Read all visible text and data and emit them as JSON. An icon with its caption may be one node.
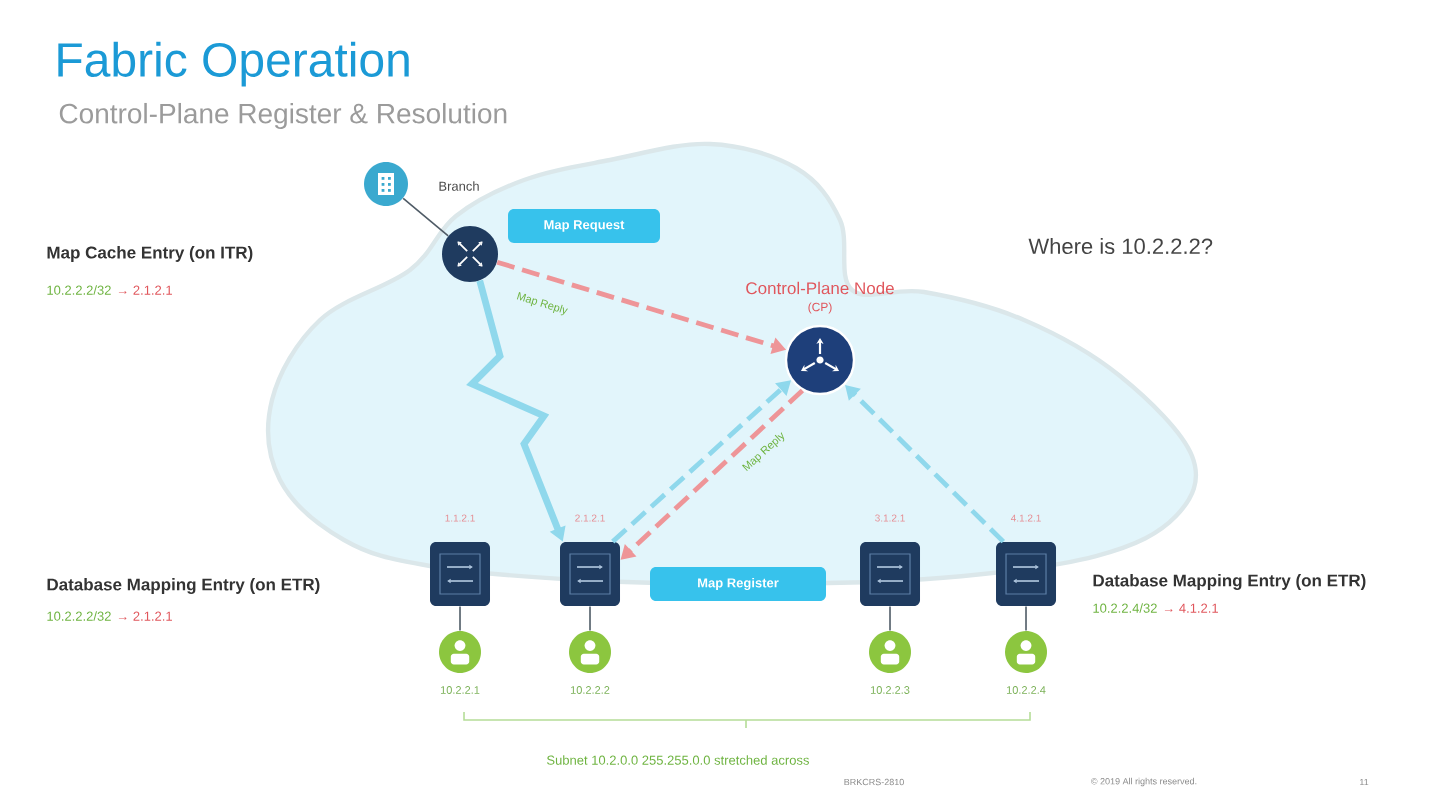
{
  "diagram": {
    "title": "Fabric Operation",
    "nodes": [
      {
        "text": [],
        "shape": "cloud"
      },
      {
        "text": [],
        "shape": "circle",
        "beside": [
          "Branch"
        ]
      },
      {
        "text": [
          "Map Request"
        ],
        "in": 0
      },
      {
        "text": [],
        "shape": "circle",
        "in": 0
      },
      {
        "text": [],
        "shape": "circle",
        "beside": [
          "Control-Plane Node",
          "(CP)"
        ],
        "in": 0
      },
      {
        "text": [],
        "shape": "box",
        "beside": [
          "1.1.2.1"
        ]
      },
      {
        "text": [],
        "shape": "box",
        "beside": [
          "2.1.2.1"
        ]
      },
      {
        "text": [],
        "shape": "box",
        "beside": [
          "3.1.2.1"
        ]
      },
      {
        "text": [],
        "shape": "box",
        "beside": [
          "4.1.2.1"
        ]
      },
      {
        "text": [
          "Map Register"
        ]
      },
      {
        "text": [],
        "shape": "circle",
        "beside": [
          "10.2.2.1"
        ]
      },
      {
        "text": [],
        "shape": "circle",
        "beside": [
          "10.2.2.2"
        ]
      },
      {
        "text": [],
        "shape": "circle",
        "beside": [
          "10.2.2.3"
        ]
      },
      {
        "text": [],
        "shape": "circle",
        "beside": [
          "10.2.2.4"
        ]
      }
    ],
    "edges": [
      {
        "from": 1,
        "to": 3,
        "arrow": "none"
      },
      {
        "from": 3,
        "to": 4,
        "arrow": "to",
        "style": "dashed",
        "color": "#ee9598"
      },
      {
        "from": 3,
        "to": 6,
        "arrow": "to",
        "style": "thick",
        "color": "#8fd8ec"
      },
      {
        "from": 6,
        "to": 4,
        "arrow": "to",
        "style": "dashed",
        "color": "#8fd8ec"
      },
      {
        "from": 4,
        "to": 6,
        "arrow": "to",
        "style": "dashed",
        "color": "#ee9598"
      },
      {
        "from": 8,
        "to": 4,
        "arrow": "to",
        "style": "dashed",
        "color": "#8fd8ec"
      },
      {
        "from": 5,
        "to": 10,
        "arrow": "none"
      },
      {
        "from": 6,
        "to": 11,
        "arrow": "none"
      },
      {
        "from": 7,
        "to": 12,
        "arrow": "none"
      },
      {
        "from": 8,
        "to": 13,
        "arrow": "none"
      }
    ],
    "labels": [
      "Control-Plane Register & Resolution",
      "Map Cache Entry (on ITR)",
      "10.2.2.2/32",
      "→ 2.1.2.1",
      "Where is 10.2.2.2?",
      "Map Reply",
      "Map Reply",
      "Database Mapping Entry (on ETR)",
      "10.2.2.2/32",
      "→ 2.1.2.1",
      "Database Mapping Entry (on ETR)",
      "10.2.2.4/32",
      "→ 4.1.2.1",
      "Subnet 10.2.0.0 255.255.0.0 stretched across",
      "BRKCRS-2810",
      "© 2019 All rights reserved.",
      "11"
    ]
  }
}
